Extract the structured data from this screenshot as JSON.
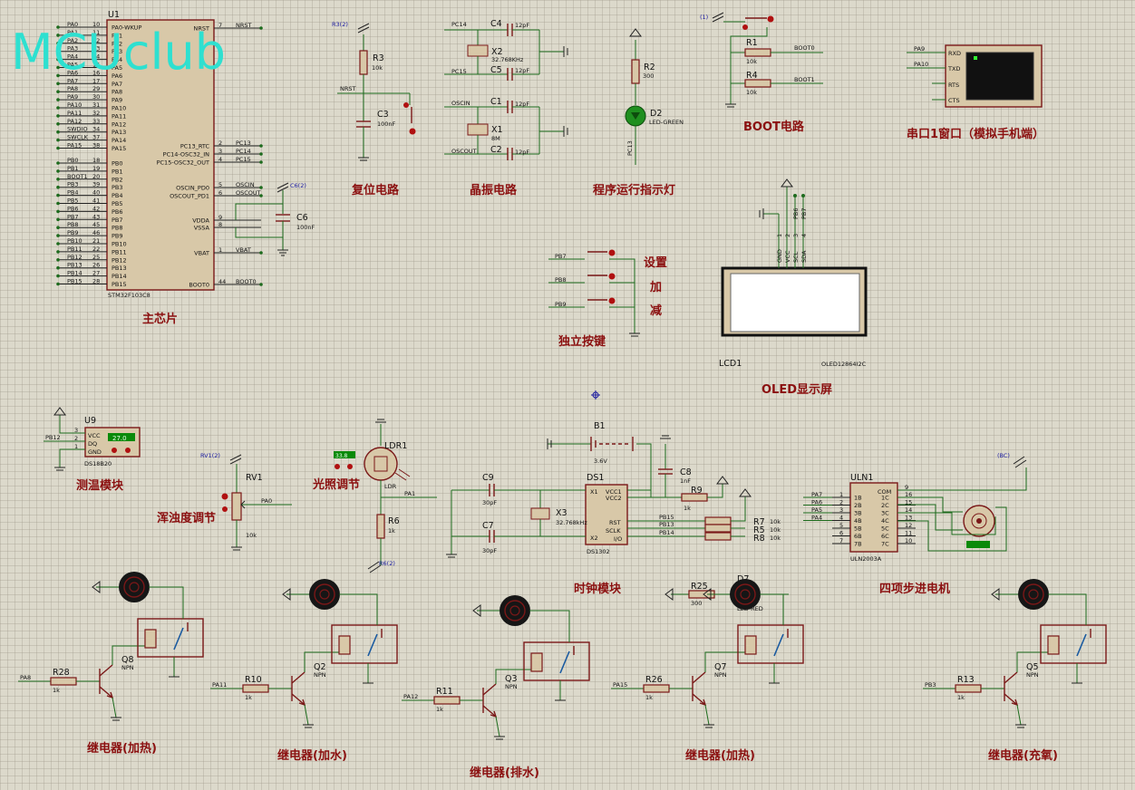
{
  "logo": "MCUclub",
  "sections": {
    "main_chip": "主芯片",
    "reset": "复位电路",
    "crystal": "晶振电路",
    "run_led": "程序运行指示灯",
    "boot": "BOOT电路",
    "uart": "串口1窗口（模拟手机端）",
    "keys": "独立按键",
    "oled": "OLED显示屏",
    "temp": "测温模块",
    "turbidity": "浑浊度调节",
    "light": "光照调节",
    "clock": "时钟模块",
    "stepper": "四项步进电机",
    "relay_heat1": "继电器(加热)",
    "relay_water_in": "继电器(加水)",
    "relay_drain": "继电器(排水)",
    "relay_heat2": "继电器(加热)",
    "relay_oxygen": "继电器(充氧)"
  },
  "key_labels": {
    "set": "设置",
    "add": "加",
    "sub": "减"
  },
  "u1": {
    "ref": "U1",
    "part": "STM32F103C8",
    "left_pins": [
      {
        "net": "PA0",
        "num": "10",
        "name": "PA0-WKUP"
      },
      {
        "net": "PA1",
        "num": "11",
        "name": "PA1"
      },
      {
        "net": "PA2",
        "num": "12",
        "name": "PA2"
      },
      {
        "net": "PA3",
        "num": "13",
        "name": "PA3"
      },
      {
        "net": "PA4",
        "num": "14",
        "name": "PA4"
      },
      {
        "net": "PA5",
        "num": "15",
        "name": "PA5"
      },
      {
        "net": "PA6",
        "num": "16",
        "name": "PA6"
      },
      {
        "net": "PA7",
        "num": "17",
        "name": "PA7"
      },
      {
        "net": "PA8",
        "num": "29",
        "name": "PA8"
      },
      {
        "net": "PA9",
        "num": "30",
        "name": "PA9"
      },
      {
        "net": "PA10",
        "num": "31",
        "name": "PA10"
      },
      {
        "net": "PA11",
        "num": "32",
        "name": "PA11"
      },
      {
        "net": "PA12",
        "num": "33",
        "name": "PA12"
      },
      {
        "net": "SWDIO",
        "num": "34",
        "name": "PA13"
      },
      {
        "net": "SWCLK",
        "num": "37",
        "name": "PA14"
      },
      {
        "net": "PA15",
        "num": "38",
        "name": "PA15"
      },
      {
        "net": "PB0",
        "num": "18",
        "name": "PB0"
      },
      {
        "net": "PB1",
        "num": "19",
        "name": "PB1"
      },
      {
        "net": "BOOT1",
        "num": "20",
        "name": "PB2"
      },
      {
        "net": "PB3",
        "num": "39",
        "name": "PB3"
      },
      {
        "net": "PB4",
        "num": "40",
        "name": "PB4"
      },
      {
        "net": "PB5",
        "num": "41",
        "name": "PB5"
      },
      {
        "net": "PB6",
        "num": "42",
        "name": "PB6"
      },
      {
        "net": "PB7",
        "num": "43",
        "name": "PB7"
      },
      {
        "net": "PB8",
        "num": "45",
        "name": "PB8"
      },
      {
        "net": "PB9",
        "num": "46",
        "name": "PB9"
      },
      {
        "net": "PB10",
        "num": "21",
        "name": "PB10"
      },
      {
        "net": "PB11",
        "num": "22",
        "name": "PB11"
      },
      {
        "net": "PB12",
        "num": "25",
        "name": "PB12"
      },
      {
        "net": "PB13",
        "num": "26",
        "name": "PB13"
      },
      {
        "net": "PB14",
        "num": "27",
        "name": "PB14"
      },
      {
        "net": "PB15",
        "num": "28",
        "name": "PB15"
      }
    ],
    "right_pins": [
      {
        "num": "7",
        "name": "NRST",
        "net": "NRST"
      },
      {
        "num": "2",
        "name": "PC13_RTC",
        "net": "PC13"
      },
      {
        "num": "3",
        "name": "PC14-OSC32_IN",
        "net": "PC14"
      },
      {
        "num": "4",
        "name": "PC15-OSC32_OUT",
        "net": "PC15"
      },
      {
        "num": "5",
        "name": "OSCIN_PD0",
        "net": "OSCIN"
      },
      {
        "num": "6",
        "name": "OSCOUT_PD1",
        "net": "OSCOUT"
      },
      {
        "num": "9",
        "name": "VDDA",
        "net": ""
      },
      {
        "num": "8",
        "name": "VSSA",
        "net": ""
      },
      {
        "num": "1",
        "name": "VBAT",
        "net": "VBAT"
      },
      {
        "num": "44",
        "name": "BOOT0",
        "net": "BOOT0"
      }
    ]
  },
  "c6": {
    "ref": "C6",
    "value": "100nF",
    "tag": "C6(2)"
  },
  "reset": {
    "r_ref": "R3",
    "r_val": "10k",
    "c_ref": "C3",
    "c_val": "100nF",
    "net": "NRST",
    "tag": "R3(2)"
  },
  "crystal": {
    "c4": "C4",
    "c5": "C5",
    "c1": "C1",
    "c2": "C2",
    "cval": "12pF",
    "x2": "X2",
    "x2val": "32.768KHz",
    "x1": "X1",
    "x1val": "8M",
    "pc14": "PC14",
    "pc15": "PC15",
    "oscin": "OSCIN",
    "oscout": "OSCOUT"
  },
  "led": {
    "r_ref": "R2",
    "r_val": "300",
    "d_ref": "D2",
    "d_val": "LED-GREEN",
    "net": "PC13"
  },
  "boot": {
    "r1": "R1",
    "r4": "R4",
    "rval": "10k",
    "boot0": "BOOT0",
    "boot1": "BOOT1",
    "tag": "(1)"
  },
  "uart": {
    "pa9": "PA9",
    "pa10": "PA10",
    "rxd": "RXD",
    "txd": "TXD",
    "rts": "RTS",
    "cts": "CTS"
  },
  "keys": {
    "pb7": "PB7",
    "pb8": "PB8",
    "pb9": "PB9"
  },
  "oled": {
    "ref": "LCD1",
    "part": "OLED12864I2C",
    "pins": [
      "GND",
      "VCC",
      "SCL",
      "SDA"
    ],
    "pin_nums": [
      "1",
      "2",
      "3",
      "4"
    ],
    "nets": [
      "PB6",
      "PB7"
    ]
  },
  "ds18b20": {
    "ref": "U9",
    "part": "DS18B20",
    "value": "27.0",
    "vcc": "VCC",
    "dq": "DQ",
    "gnd": "GND",
    "net": "PB12",
    "pins": [
      "3",
      "2",
      "1"
    ]
  },
  "rv1": {
    "ref": "RV1",
    "value": "10k",
    "net": "PA0",
    "tag": "RV1(2)"
  },
  "ldr": {
    "ref": "LDR1",
    "part": "LDR",
    "net": "PA1",
    "r_ref": "R6",
    "r_val": "1k",
    "tag": "R6(2)",
    "meter": "33.8"
  },
  "ds1302": {
    "ref": "DS1",
    "part": "DS1302",
    "b_ref": "B1",
    "b_val": "3.6V",
    "c8": "C8",
    "c8val": "1nF",
    "c9": "C9",
    "c7": "C7",
    "cval": "30pF",
    "x3": "X3",
    "x3val": "32.768kHz",
    "r9": "R9",
    "r9val": "1k",
    "r7": "R7",
    "r5": "R5",
    "r8": "R8",
    "rval": "10k",
    "pins": {
      "x1": "X1",
      "x2": "X2",
      "vcc1": "VCC1",
      "vcc2": "VCC2",
      "rst": "RST",
      "sclk": "SCLK",
      "io": "I/O"
    },
    "nets": {
      "pb15": "PB15",
      "pb13": "PB13",
      "pb14": "PB14"
    }
  },
  "uln": {
    "ref": "ULN1",
    "part": "ULN2003A",
    "tag": "(BC)",
    "in": [
      "1B",
      "2B",
      "3B",
      "4B",
      "5B",
      "6B",
      "7B"
    ],
    "out": [
      "1C",
      "2C",
      "3C",
      "4C",
      "5C",
      "6C",
      "7C"
    ],
    "com": "COM",
    "nets": [
      "PA7",
      "PA6",
      "PA5",
      "PA4"
    ]
  },
  "relays": [
    {
      "q": "Q8",
      "r": "R28",
      "net": "PA8"
    },
    {
      "q": "Q2",
      "r": "R10",
      "net": "PA11"
    },
    {
      "q": "Q3",
      "r": "R11",
      "net": "PA12"
    },
    {
      "q": "Q7",
      "r": "R26",
      "net": "PA15"
    },
    {
      "q": "Q5",
      "r": "R13",
      "net": "PB3"
    }
  ],
  "relay_common": {
    "npn": "NPN",
    "rval": "1k"
  },
  "d7": {
    "ref": "D7",
    "val": "LED-RED",
    "r_ref": "R25",
    "r_val": "300"
  }
}
